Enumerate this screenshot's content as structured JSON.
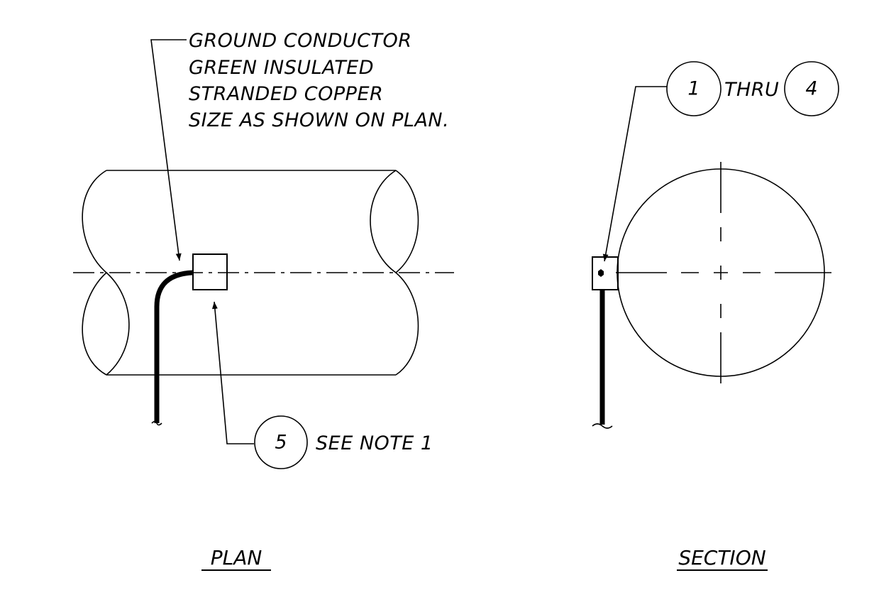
{
  "plan_view": {
    "title": "PLAN",
    "conductor_note": [
      "GROUND CONDUCTOR",
      "GREEN INSULATED",
      "STRANDED COPPER",
      "SIZE AS SHOWN ON PLAN."
    ],
    "bubble_number": "5",
    "bubble_note": "SEE NOTE 1"
  },
  "section_view": {
    "title": "SECTION",
    "bubble_start": "1",
    "thru_label": "THRU",
    "bubble_end": "4"
  },
  "colors": {
    "line": "#000000",
    "background": "#ffffff"
  }
}
